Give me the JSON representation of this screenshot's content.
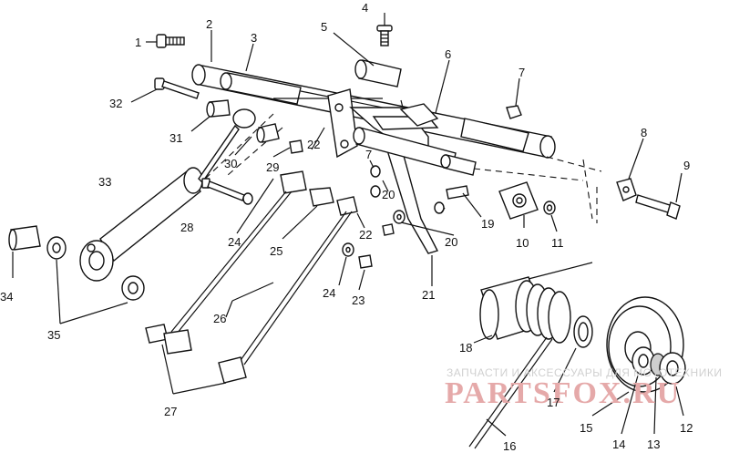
{
  "callouts": {
    "c1": "1",
    "c2": "2",
    "c3": "3",
    "c4": "4",
    "c5": "5",
    "c6": "6",
    "c7a": "7",
    "c7b": "7",
    "c8": "8",
    "c9": "9",
    "c10": "10",
    "c11": "11",
    "c12": "12",
    "c13": "13",
    "c14": "14",
    "c15": "15",
    "c16": "16",
    "c17": "17",
    "c18": "18",
    "c19": "19",
    "c20a": "20",
    "c20b": "20",
    "c21": "21",
    "c22a": "22",
    "c22b": "22",
    "c23": "23",
    "c24a": "24",
    "c24b": "24",
    "c25": "25",
    "c26": "26",
    "c27": "27",
    "c28": "28",
    "c29": "29",
    "c30": "30",
    "c31": "31",
    "c32": "32",
    "c33": "33",
    "c34": "34",
    "c35": "35"
  },
  "watermark": {
    "caption": "ЗАПЧАСТИ И АКСЕССУАРЫ ДЛЯ МОТОТЕХНИКИ",
    "logo": "PARTSFOX.RU"
  }
}
